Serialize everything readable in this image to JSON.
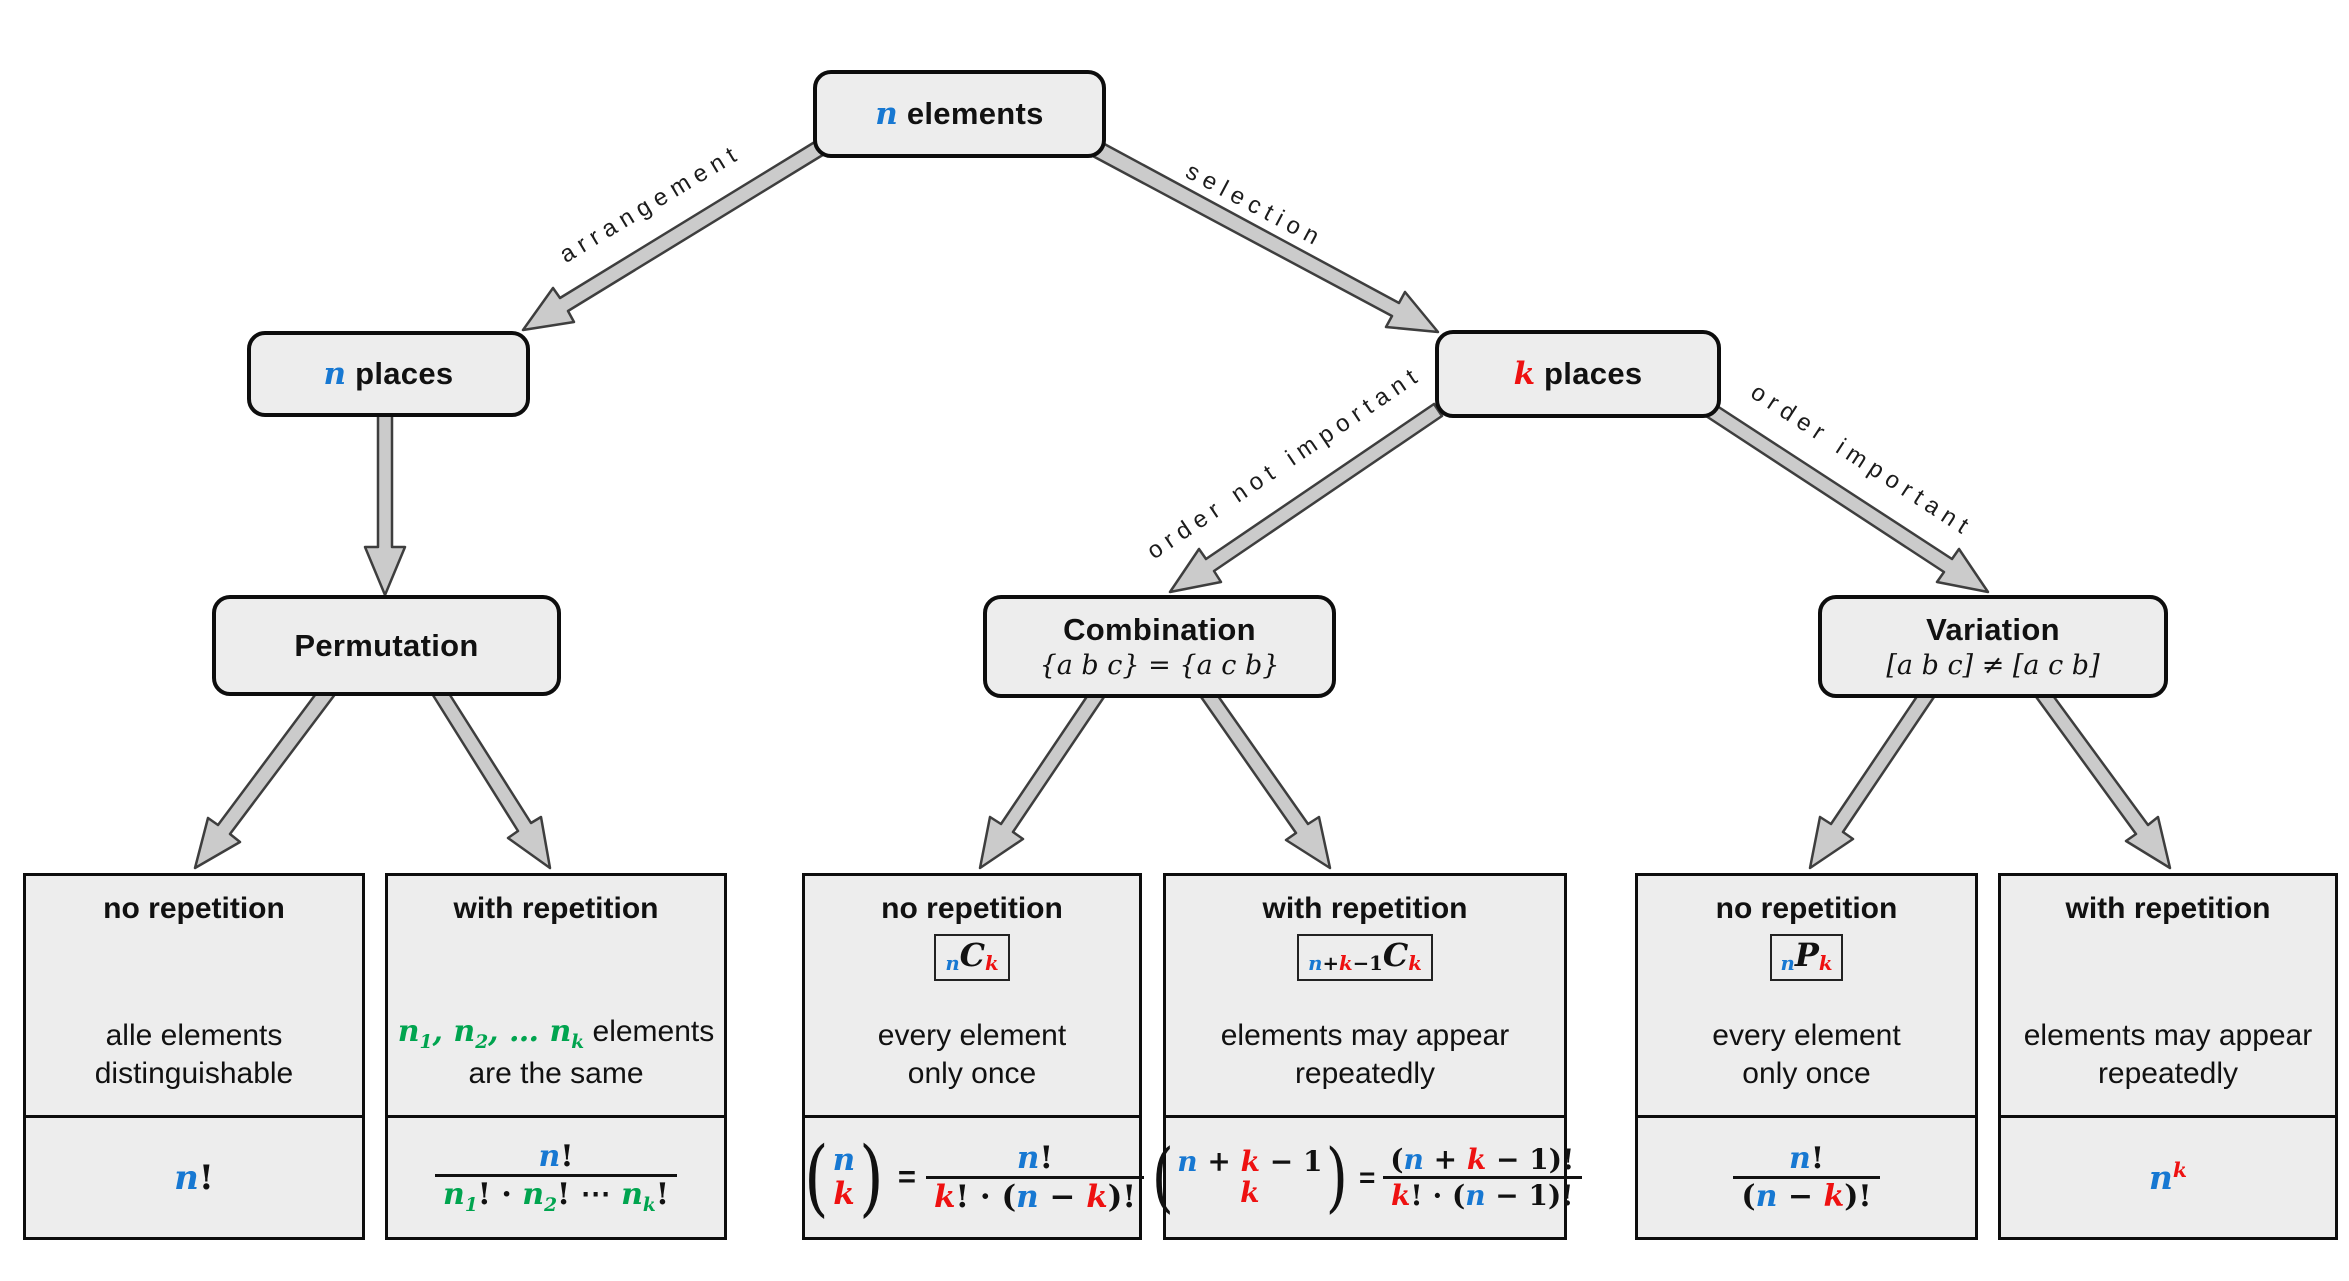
{
  "palette": {
    "blue_n": "#1778d2",
    "red_k": "#ee1111",
    "green_multi": "#00a44f",
    "box_bg": "#ededed",
    "box_border": "#0d0d0d",
    "arrow_fill": "#cbcbcb",
    "arrow_stroke": "#3e3e3e"
  },
  "nodes": {
    "root": {
      "var": "n",
      "rest": "elements"
    },
    "n_places": {
      "var": "n",
      "rest": "places"
    },
    "k_places": {
      "var": "k",
      "rest": "places"
    },
    "permutation": {
      "title": "Permutation"
    },
    "combination": {
      "title": "Combination",
      "subtitle": "{a b c} = {a c b}"
    },
    "variation": {
      "title": "Variation",
      "subtitle": "[a b c] ≠ [a c b]"
    }
  },
  "edge_labels": {
    "arrangement": "arrangement",
    "selection": "selection",
    "order_not_important": "order not important",
    "order_important": "order important"
  },
  "leaves": {
    "l1": {
      "title": "no repetition",
      "desc_line1": "alle elements",
      "desc_line2": "distinguishable",
      "formula": {
        "n": "n",
        "fact": "!"
      }
    },
    "l2": {
      "title": "with repetition",
      "desc": {
        "n1": "n",
        "s1": "1",
        "c1": ", ",
        "n2": "n",
        "s2": "2",
        "c2": ", … ",
        "n3": "n",
        "s3": "k",
        "rest": " elements",
        "line2": "are the same"
      },
      "formula": {
        "num_n": "n",
        "num_fact": "!",
        "g1": "n",
        "gs1": "1",
        "p1": "! · ",
        "g2": "n",
        "gs2": "2",
        "p2": "! ⋯ ",
        "g3": "n",
        "gs3": "k",
        "p3": "!"
      }
    },
    "l3": {
      "title": "no repetition",
      "badge": {
        "sub_n": "n",
        "op": "C",
        "sub_k": "k"
      },
      "desc_line1": "every element",
      "desc_line2": "only once",
      "formula": {
        "lp": "(",
        "top": "n",
        "bot": "k",
        "rp": ")",
        "eq": "=",
        "num_n": "n",
        "num_fact": "!",
        "den_k": "k",
        "den_mid": "! · (",
        "den_n": "n",
        "den_minus": " − ",
        "den_k2": "k",
        "den_end": ")!"
      }
    },
    "l4": {
      "title": "with repetition",
      "badge": {
        "sub_n": "n",
        "sub_plus": "+",
        "sub_k": "k",
        "sub_minus1": "−1",
        "op": "C",
        "sub_k2": "k"
      },
      "desc_line1": "elements may appear",
      "desc_line2": "repeatedly",
      "formula": {
        "lp": "(",
        "top_n": "n",
        "top_plus": " + ",
        "top_k": "k",
        "top_rest": " − 1",
        "bot_k": "k",
        "rp": ")",
        "eq": "=",
        "num_open": "(",
        "num_n": "n",
        "num_plus": " + ",
        "num_k": "k",
        "num_close": " − 1)!",
        "den_k": "k",
        "den_mid": "! · (",
        "den_n": "n",
        "den_end": " − 1)!"
      }
    },
    "l5": {
      "title": "no repetition",
      "badge": {
        "sub_n": "n",
        "op": "P",
        "sub_k": "k"
      },
      "desc_line1": "every element",
      "desc_line2": "only once",
      "formula": {
        "num_n": "n",
        "num_fact": "!",
        "den_open": "(",
        "den_n": "n",
        "den_minus": " − ",
        "den_k": "k",
        "den_close": ")!"
      }
    },
    "l6": {
      "title": "with repetition",
      "desc_line1": "elements may appear",
      "desc_line2": "repeatedly",
      "formula": {
        "base": "n",
        "sup": "k"
      }
    }
  }
}
